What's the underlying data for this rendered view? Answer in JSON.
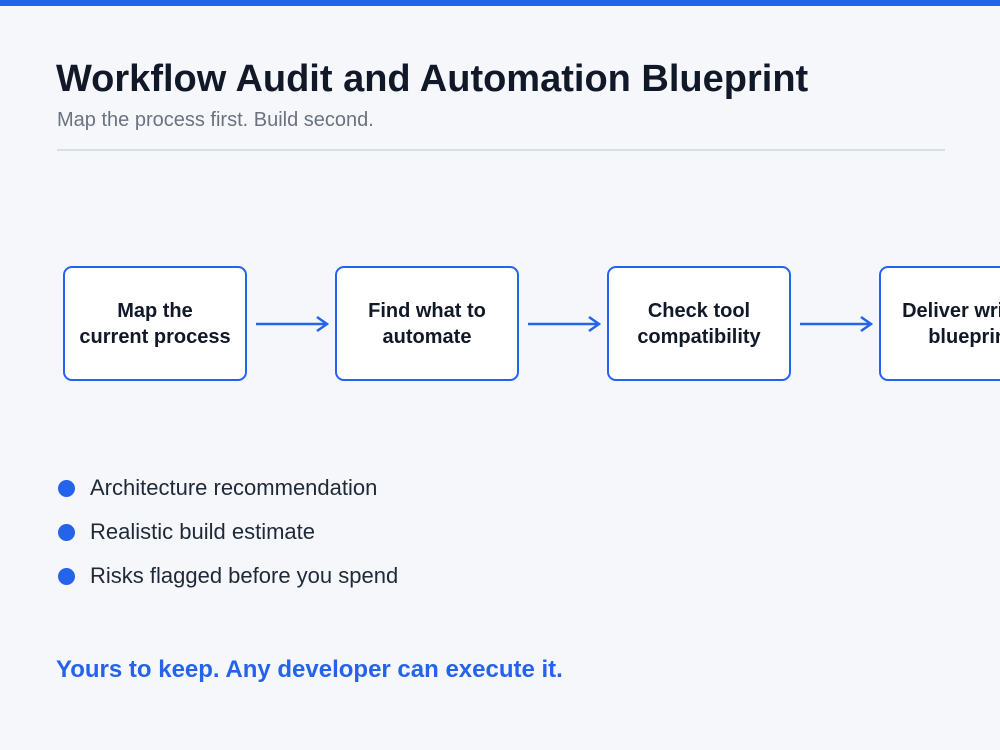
{
  "header": {
    "title": "Workflow Audit and Automation Blueprint",
    "subtitle": "Map the process first. Build second."
  },
  "flow": {
    "steps": [
      {
        "label": "Map the\ncurrent process"
      },
      {
        "label": "Find what to\nautomate"
      },
      {
        "label": "Check tool\ncompatibility"
      },
      {
        "label": "Deliver written\nblueprint"
      }
    ]
  },
  "bullets": [
    {
      "text": "Architecture recommendation"
    },
    {
      "text": "Realistic build estimate"
    },
    {
      "text": "Risks flagged before you spend"
    }
  ],
  "tagline": "Yours to keep. Any developer can execute it.",
  "colors": {
    "accent": "#2563eb",
    "background": "#f5f7fb",
    "text": "#111827",
    "muted": "#6b7280",
    "divider": "#d9dde6"
  }
}
